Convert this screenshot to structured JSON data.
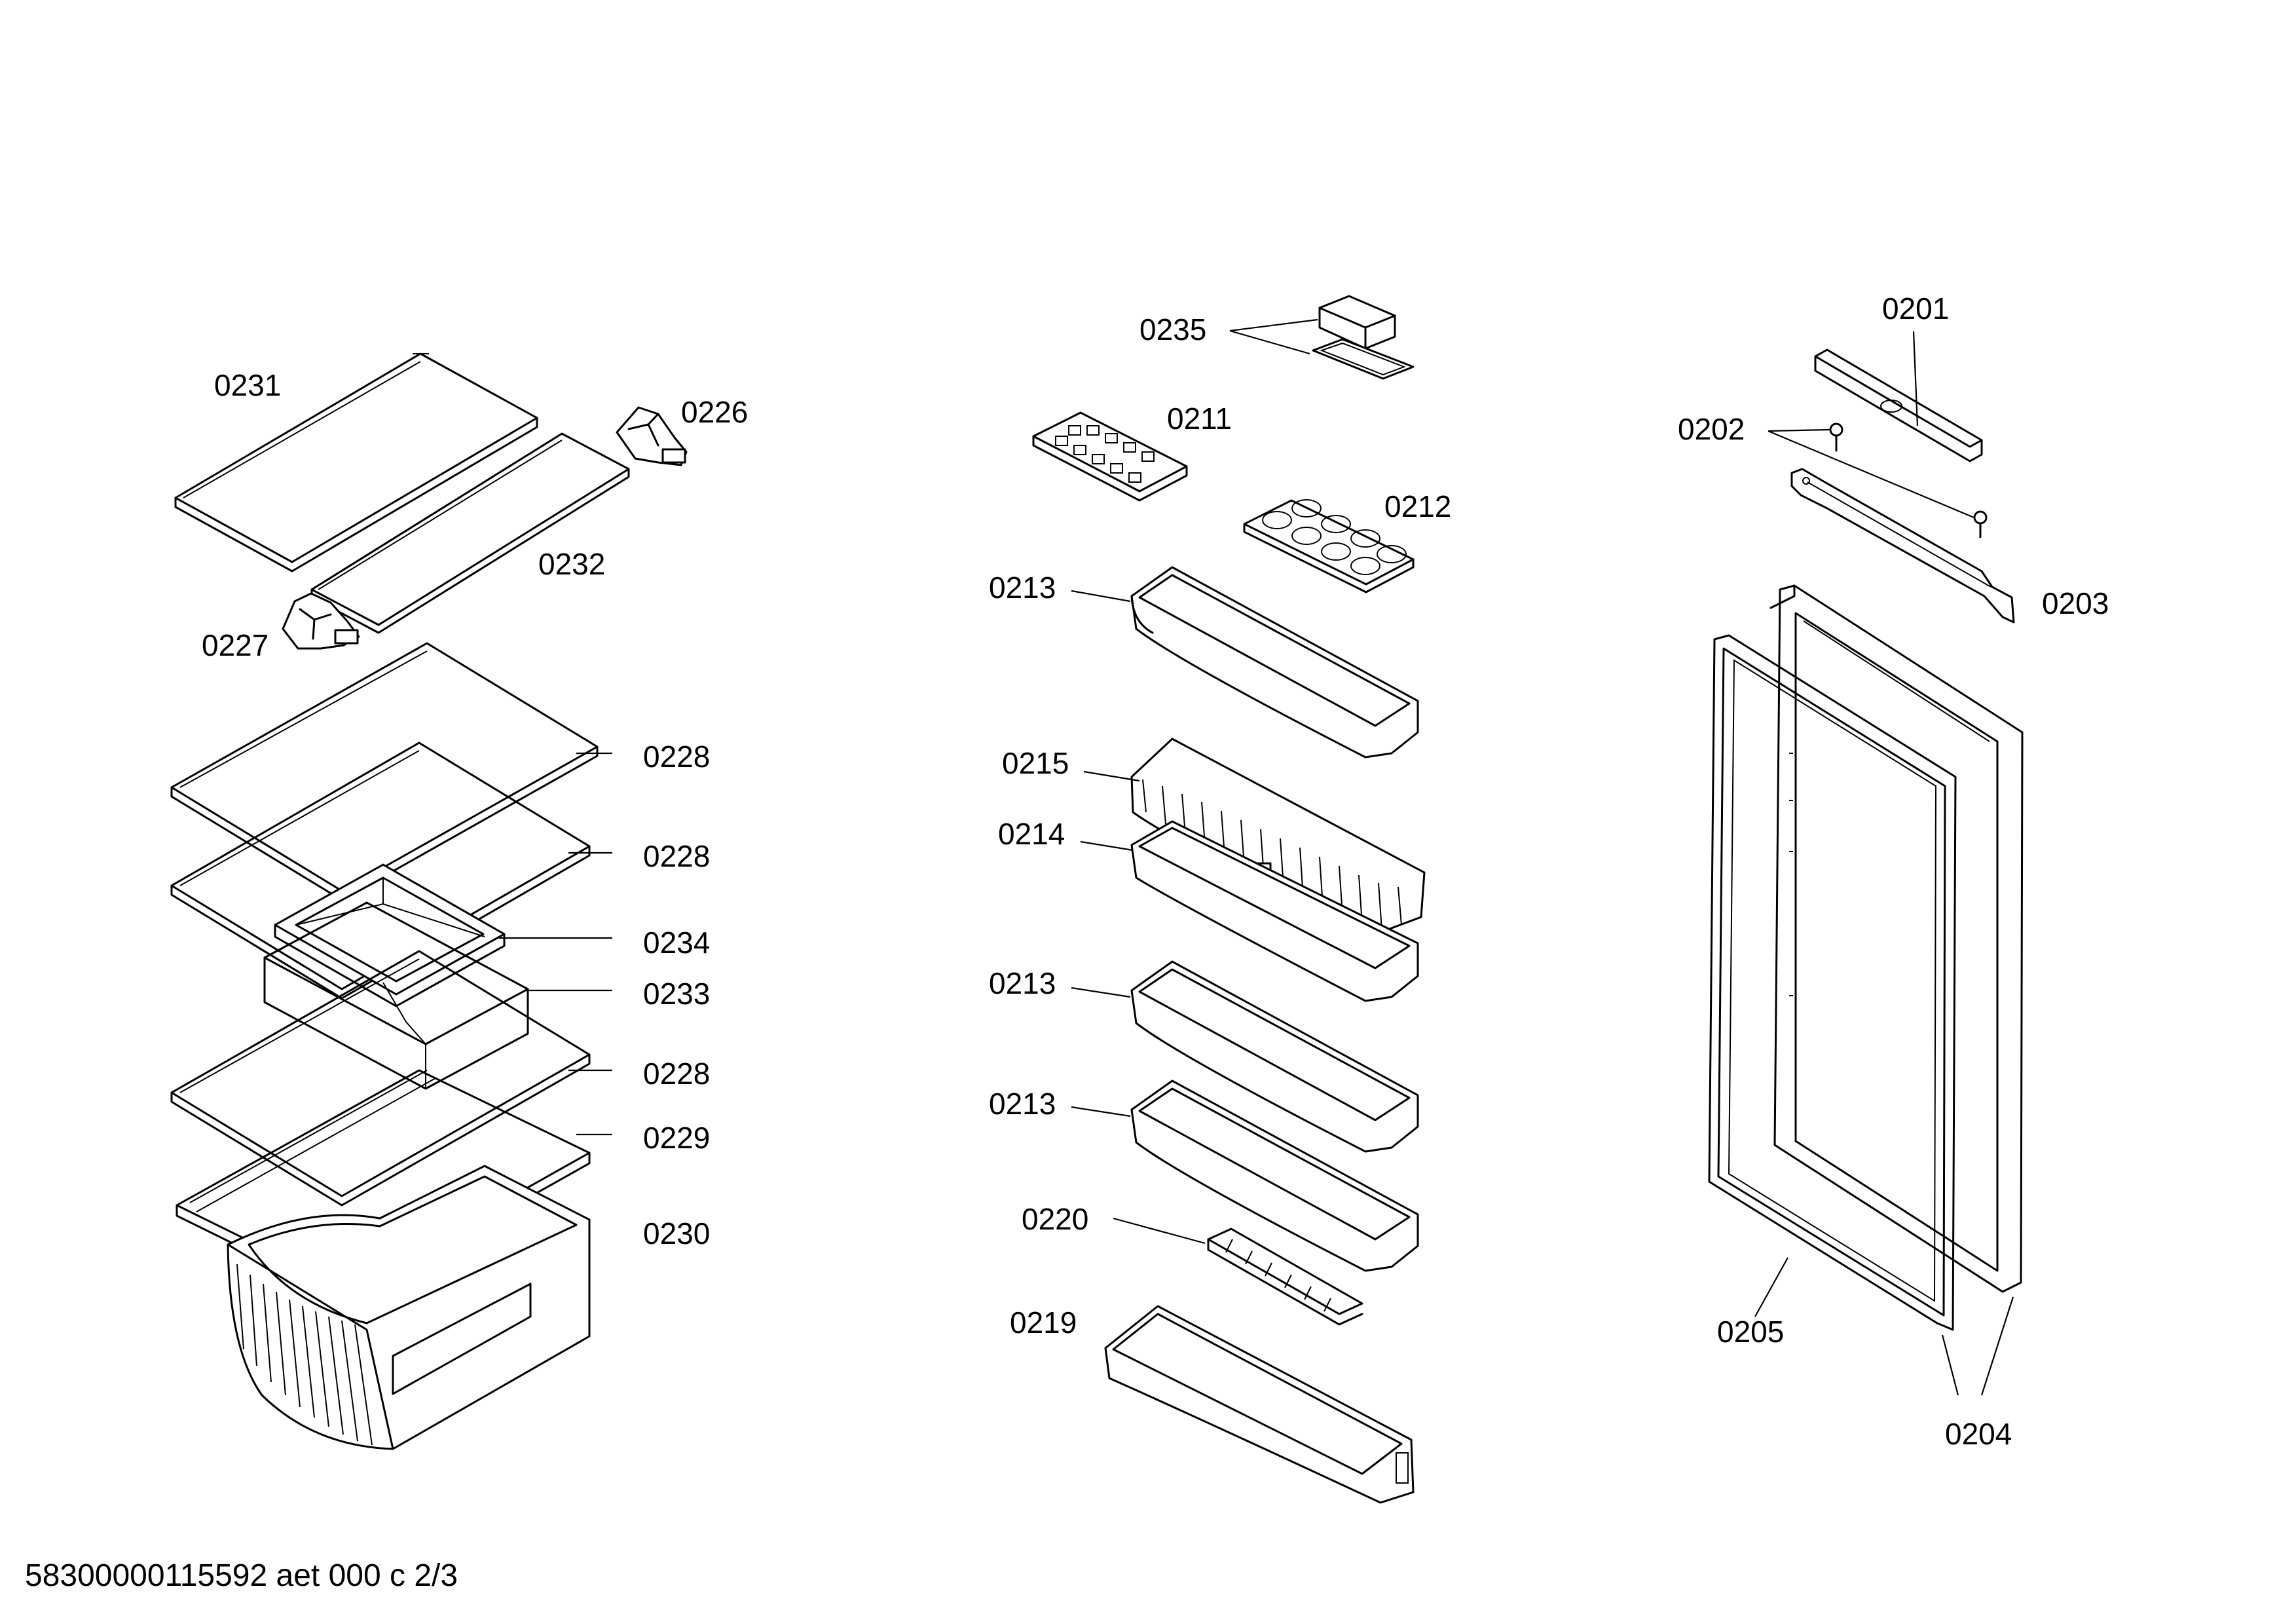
{
  "labels": {
    "l0231": "0231",
    "l0226": "0226",
    "l0232": "0232",
    "l0227": "0227",
    "l0228a": "0228",
    "l0228b": "0228",
    "l0234": "0234",
    "l0233": "0233",
    "l0228c": "0228",
    "l0229": "0229",
    "l0230": "0230",
    "l0235": "0235",
    "l0211": "0211",
    "l0212": "0212",
    "l0213a": "0213",
    "l0215": "0215",
    "l0214": "0214",
    "l0213b": "0213",
    "l0213c": "0213",
    "l0220": "0220",
    "l0219": "0219",
    "l0201": "0201",
    "l0202": "0202",
    "l0203": "0203",
    "l0205": "0205",
    "l0204": "0204"
  },
  "footer": {
    "code": "58300000115592 aet 000 c 2/3"
  }
}
